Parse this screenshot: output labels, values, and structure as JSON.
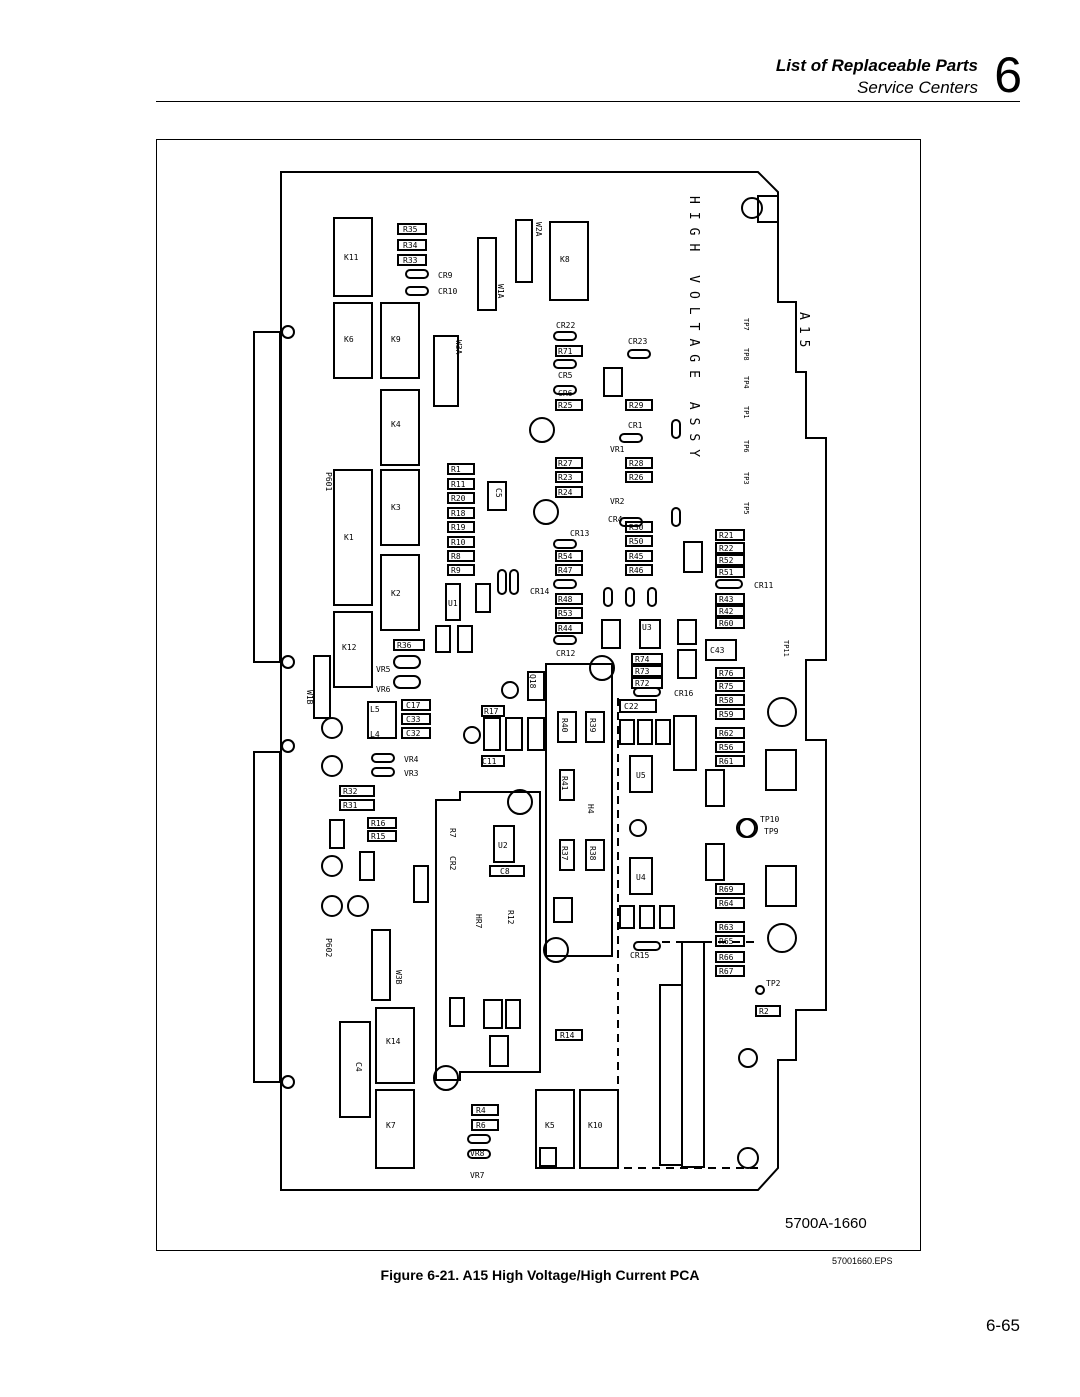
{
  "header": {
    "section_title": "List of Replaceable Parts",
    "subsection": "Service Centers",
    "chapter": "6"
  },
  "figure": {
    "board_title": "HIGH VOLTAGE ASSY",
    "board_id": "A15",
    "figure_id": "5700A-1660",
    "eps_name": "57001660.EPS",
    "caption": "Figure 6-21. A15 High Voltage/High Current PCA",
    "connectors": [
      "P601",
      "P602"
    ],
    "test_points": [
      "TP7",
      "TP8",
      "TP4",
      "TP1",
      "TP6",
      "TP3",
      "TP5",
      "TP11",
      "TP10",
      "TP9",
      "TP2"
    ]
  },
  "page_number": "6-65"
}
